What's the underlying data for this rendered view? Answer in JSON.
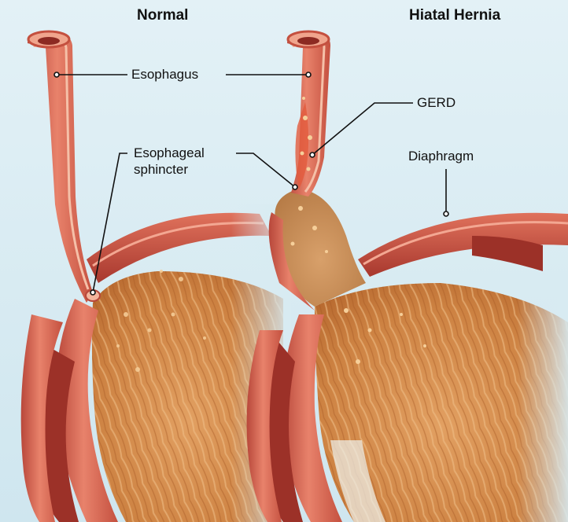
{
  "panels": {
    "normal_title": "Normal",
    "hernia_title": "Hiatal Hernia"
  },
  "labels": {
    "esophagus": "Esophagus",
    "sphincter_line1": "Esophageal",
    "sphincter_line2": "sphincter",
    "gerd": "GERD",
    "diaphragm": "Diaphragm"
  },
  "colors": {
    "background": "#d8ebf2",
    "muscle": "#d9604d",
    "muscle_dark": "#a33a30",
    "lining": "#f2b8a0",
    "stomach": "#d98f4a",
    "leader_line": "#111111"
  }
}
